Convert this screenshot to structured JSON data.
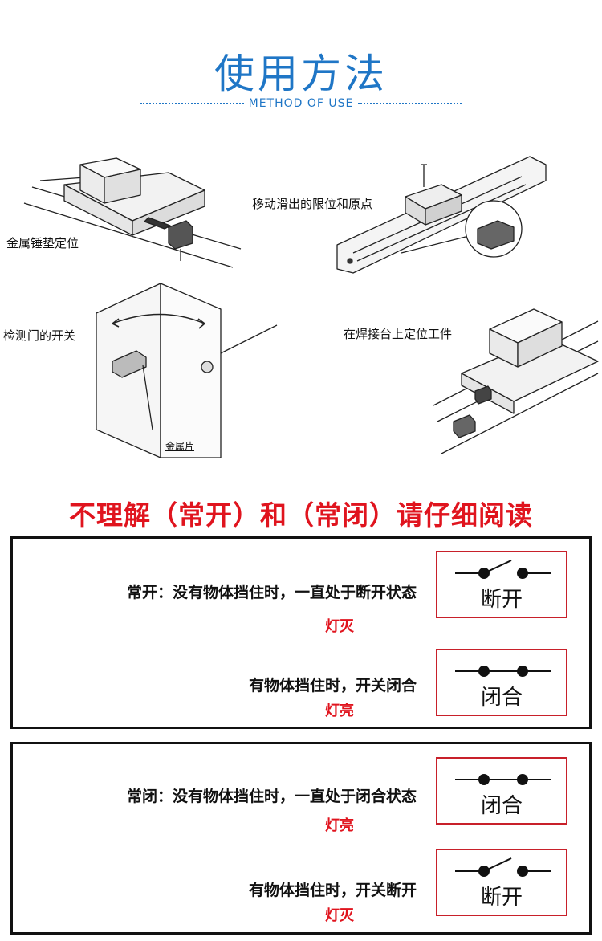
{
  "header": {
    "title": "使用方法",
    "subtitle": "METHOD OF USE"
  },
  "illustrations": {
    "label_1": "金属锤垫定位",
    "label_2": "移动滑出的限位和原点",
    "label_3": "检测门的开关",
    "label_4": "在焊接台上定位工件",
    "label_5": "金属片"
  },
  "headline": "不理解（常开）和（常闭）请仔细阅读",
  "panel_no": {
    "line1": "常开：没有物体挡住时，一直处于断开状态",
    "lamp1": "灯灭",
    "switch1": "断开",
    "line2": "有物体挡住时，开关闭合",
    "lamp2": "灯亮",
    "switch2": "闭合"
  },
  "panel_nc": {
    "line1": "常闭：没有物体挡住时，一直处于闭合状态",
    "lamp1": "灯亮",
    "switch1": "闭合",
    "line2": "有物体挡住时，开关断开",
    "lamp2": "灯灭",
    "switch2": "断开"
  },
  "colors": {
    "title_blue": "#1f76c6",
    "alert_red": "#e0141e",
    "box_red": "#c8202a"
  }
}
